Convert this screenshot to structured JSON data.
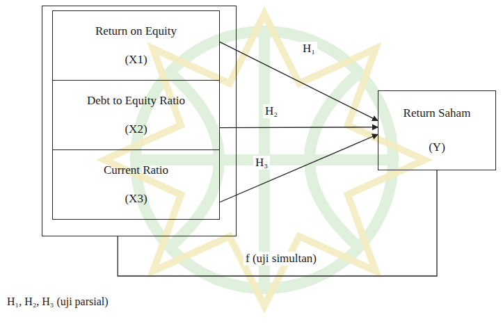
{
  "diagram": {
    "nodes": [
      {
        "text": []
      },
      {
        "text": [
          "Return on Equity",
          "(X1)"
        ],
        "in": 0
      },
      {
        "text": [
          "Debt to Equity Ratio",
          "(X2)"
        ],
        "in": 0
      },
      {
        "text": [
          "Current Ratio",
          "(X3)"
        ],
        "in": 0
      },
      {
        "text": [
          "Return Saham",
          "(Y)"
        ]
      }
    ],
    "edges": [
      {
        "from": 1,
        "to": 4,
        "arrow": "to",
        "label": "H₁"
      },
      {
        "from": 2,
        "to": 4,
        "arrow": "to",
        "label": "H₂"
      },
      {
        "from": 3,
        "to": 4,
        "arrow": "to",
        "label": "H₃"
      },
      {
        "from": 0,
        "to": 4,
        "arrow": "none",
        "label": "f (uji simultan)"
      }
    ],
    "labels": [
      "H₁, H₂, H₃ (uji parsial)"
    ]
  }
}
